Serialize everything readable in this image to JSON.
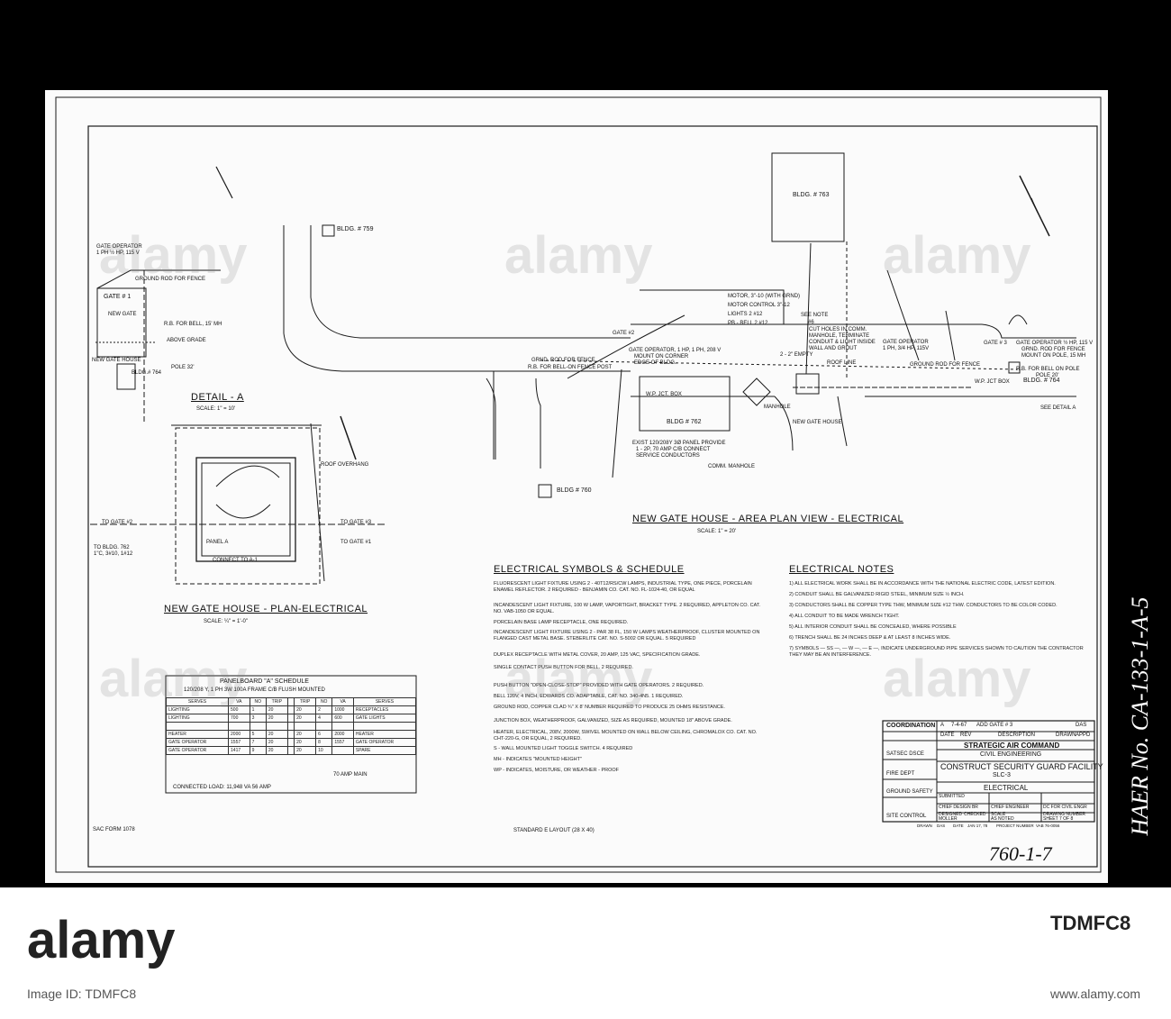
{
  "labels": {
    "bldg_763": "BLDG. # 763",
    "bldg_759": "BLDG. # 759",
    "bldg_762": "BLDG # 762",
    "bldg_760": "BLDG # 760",
    "bldg_764": "BLDG. # 764",
    "bldg_764_detail": "BLDG.# 764",
    "gate_1": "GATE # 1",
    "gate_2": "GATE #2",
    "gate_3": "GATE # 3",
    "new_gate": "NEW GATE",
    "new_gate_house": "NEW GATE HOUSE",
    "wp_jct_box": "W.P. JCT. BOX",
    "wp_jct_box_2": "W.P. JCT BOX",
    "comm_manhole": "COMM. MANHOLE",
    "manhole": "MANHOLE",
    "see_note": "SEE NOTE",
    "see_note_num": "#6",
    "see_detail_a": "SEE DETAIL A",
    "roof_line": "ROOF LINE",
    "roof_overhang": "ROOF OVERHANG",
    "gate_operator_left": "GATE OPERATOR",
    "gate_operator_left_spec": "1 PH ½ HP, 115 V",
    "ground_rod_fence": "GROUND ROD FOR FENCE",
    "grnd_rod_fence": "GRND. ROD FOR FENCE",
    "rb_bell": "R.B. FOR BELL-ON FENCE POST",
    "gate_operator_1hp": "GATE OPERATOR, 1 HP, 1 PH, 208 V",
    "mount_corner": "MOUNT ON CORNER",
    "edge_bldg": "EDGE OF BLDG.",
    "motor": "MOTOR, 3\"-10 (WITH GRND)",
    "motor_control": "MOTOR CONTROL  3\"-12",
    "lights": "LIGHTS  2 #12",
    "pb_bell": "PB - BELL  2 #12",
    "empty_conduit": "2 - 2\" EMPTY",
    "exist_panel_1": "EXIST 120/208Y 3Ø PANEL  PROVIDE",
    "exist_panel_2": "1 - 2P, 70 AMP C/B CONNECT",
    "exist_panel_3": "SERVICE CONDUCTORS",
    "cut_holes_1": "CUT HOLES IN COMM.",
    "cut_holes_2": "MANHOLE, TERMINATE",
    "cut_holes_3": "CONDUIT & LIGHT INSIDE",
    "cut_holes_4": "WALL AND GROUT",
    "gate_op_right": "GATE OPERATOR",
    "gate_op_right_spec": "1 PH, 3/4 HP, 115V",
    "gate_op_far_right": "GATE OPERATOR ½ HP, 115 V",
    "grnd_rod_far": "GRND. ROD FOR FENCE",
    "mount_pole": "MOUNT ON POLE, 15 MH",
    "rb_pole": "R.B. FOR BELL ON POLE",
    "pole_20": "POLE 20'",
    "detail_gr_fence": "GROUND ROD FOR FENCE",
    "detail_rb_bell": "R.B. FOR BELL, 15' MH",
    "detail_above_grade": "ABOVE GRADE",
    "detail_pole": "POLE 32'",
    "detail_house": "NEW GATE HOUSE",
    "plan_to_gate2": "TO GATE #2",
    "plan_to_gate3": "TO GATE #3",
    "plan_to_gate1": "TO GATE #1",
    "plan_to_bldg": "TO BLDG. 762",
    "plan_circuit": "1\"C, 3#10, 1#12",
    "plan_connect": "CONNECT TO A-1",
    "plan_panel": "PANEL A",
    "scale_1_10": "SCALE: 1\" = 10'",
    "scale_1_20": "SCALE: 1\" = 20'",
    "scale_quarter": "SCALE: ¼\" = 1'-0\"",
    "standard": "STANDARD E LAYOUT (28 X 40)",
    "sac_form": "SAC FORM 1078",
    "sheet_no": "760-1-7",
    "haer": "HAER No. CA-133-1-A-5"
  },
  "headings": {
    "detail_a": "DETAIL - A",
    "area_plan": "NEW GATE HOUSE - AREA PLAN VIEW - ELECTRICAL",
    "plan_electrical": "NEW GATE HOUSE - PLAN-ELECTRICAL",
    "symbols": "ELECTRICAL SYMBOLS & SCHEDULE",
    "notes": "ELECTRICAL NOTES",
    "panelboard": "PANELBOARD \"A\" SCHEDULE"
  },
  "symbols": [
    "FLUORESCENT LIGHT FIXTURE USING 2 - 40T12/RS/CW LAMPS, INDUSTRIAL TYPE, ONE PIECE, PORCELAIN ENAMEL REFLECTOR. 2 REQUIRED - BENJAMIN CO. CAT. NO. FL-1024-40, OR EQUAL",
    "INCANDESCENT LIGHT FIXTURE, 100 W LAMP, VAPORTIGHT, BRACKET TYPE. 2 REQUIRED, APPLETON CO. CAT. NO. VAB-1050 OR EQUAL.",
    "PORCELAIN BASE LAMP RECEPTACLE, ONE REQUIRED.",
    "INCANDESCENT LIGHT FIXTURE USING 2 - PAR 38 FL, 150 W LAMPS WEATHERPROOF, CLUSTER MOUNTED ON FLANGED CAST METAL BASE. STEBERLITE CAT. NO. S-5002 OR EQUAL. 5 REQUIRED",
    "DUPLEX RECEPTACLE WITH METAL COVER, 20 AMP, 125 VAC, SPECIFICATION GRADE.",
    "SINGLE CONTACT PUSH BUTTON FOR BELL. 2 REQUIRED.",
    "PUSH BUTTON \"OPEN-CLOSE-STOP\" PROVIDED WITH GATE OPERATORS. 2 REQUIRED.",
    "BELL 120V, 4 INCH, EDWARDS CO. ADAPTABLE, CAT. NO. 340-4N5. 1 REQUIRED.",
    "GROUND ROD, COPPER CLAD ¾\" X 8' NUMBER REQUIRED TO PRODUCE 25 OHMS RESISTANCE.",
    "JUNCTION BOX, WEATHERPROOF, GALVANIZED, SIZE AS REQUIRED, MOUNTED 18\" ABOVE GRADE.",
    "HEATER, ELECTRICAL, 208V, 2000W, SWIVEL MOUNTED ON WALL BELOW CEILING, CHROMALOX CO. CAT. NO. CHT-220-G, OR EQUAL, 2 REQUIRED.",
    "S - WALL MOUNTED LIGHT TOGGLE SWITCH. 4 REQUIRED",
    "MH - INDICATES \"MOUNTED HEIGHT\"",
    "WP - INDICATES, MOISTURE, OR WEATHER - PROOF"
  ],
  "notes": [
    "1) ALL ELECTRICAL WORK SHALL BE IN ACCORDANCE WITH THE NATIONAL ELECTRIC CODE, LATEST EDITION.",
    "2) CONDUIT SHALL BE GALVANIZED RIGID STEEL, MINIMUM SIZE ½ INCH.",
    "3) CONDUCTORS SHALL BE COPPER TYPE THW, MINIMUM SIZE #12 THW. CONDUCTORS TO BE COLOR CODED.",
    "4) ALL CONDUIT TO BE MADE WRENCH TIGHT.",
    "5) ALL INTERIOR CONDUIT SHALL BE CONCEALED, WHERE POSSIBLE",
    "6) TRENCH SHALL BE 24 INCHES DEEP & AT LEAST 8 INCHES WIDE.",
    "7) SYMBOLS — SS —, — W —, — E —, INDICATE UNDERGROUND PIPE SERVICES SHOWN TO CAUTION THE CONTRACTOR THEY MAY BE AN INTERFERENCE."
  ],
  "panel": {
    "spec": "120/208 Y, 1 PH 3W  100A FRAME C/B  FLUSH MOUNTED",
    "headers": [
      "SERVES",
      "VA",
      "NO",
      "TRIP",
      "",
      "TRIP",
      "NO",
      "VA",
      "SERVES"
    ],
    "rows": [
      [
        "LIGHTING",
        "500",
        "1",
        "20",
        "",
        "20",
        "2",
        "1000",
        "RECEPTACLES"
      ],
      [
        "LIGHTING",
        "700",
        "3",
        "20",
        "",
        "20",
        "4",
        "600",
        "GATE LIGHTS"
      ],
      [
        "",
        "",
        "",
        "",
        "",
        "",
        "",
        "",
        ""
      ],
      [
        "HEATER",
        "2000",
        "5",
        "20",
        "",
        "20",
        "6",
        "2000",
        "HEATER"
      ],
      [
        "GATE OPERATOR",
        "1557",
        "7",
        "20",
        "",
        "20",
        "8",
        "1557",
        "GATE OPERATOR"
      ],
      [
        "GATE OPERATOR",
        "1417",
        "9",
        "20",
        "",
        "20",
        "10",
        "",
        "SPARE"
      ]
    ],
    "footer": "CONNECTED LOAD: 11,948 VA  56 AMP",
    "amp_note": "70 AMP MAIN"
  },
  "title_block": {
    "coordination": "COORDINATION",
    "rev_a": "A",
    "rev_date": "7-4-67",
    "rev_desc": "ADD GATE # 3",
    "col_date": "DATE",
    "col_rev": "REV",
    "col_description": "DESCRIPTION",
    "col_das": "DAS",
    "col_drawn": "DRAWN",
    "col_appd": "APPD",
    "org": "STRATEGIC AIR COMMAND",
    "dept": "CIVIL ENGINEERING",
    "project": "CONSTRUCT SECURITY GUARD FACILITY",
    "site": "SLC-3",
    "discipline": "ELECTRICAL",
    "satsec": "SATSEC DSCE",
    "fire": "FIRE DEPT",
    "ground_safety": "GROUND SAFETY",
    "site_control": "SITE CONTROL",
    "submitted": "SUBMITTED",
    "chief_design": "CHIEF DESIGN BR",
    "chief_engineer": "CHIEF ENGINEER",
    "dc_civil": "DC FOR CIVIL ENGR",
    "designed": "DESIGNED",
    "designed_by": "MOLLER",
    "checked": "CHECKED",
    "scale_label": "SCALE",
    "scale_val": "AS NOTED",
    "drawing_number": "DRAWING NUMBER",
    "drawn": "DRAWN",
    "drawn_by": "DAS",
    "date_label": "DATE",
    "date_val": "JAN 17, 78",
    "project_number": "PROJECT NUMBER",
    "project_number_val": "VAB 76-0056",
    "sheet": "SHEET  7  OF  8"
  },
  "watermark": "alamy",
  "footer": {
    "logo": "alamy",
    "image_id": "TDMFC8",
    "meta": "Image ID: TDMFC8",
    "url": "www.alamy.com"
  }
}
